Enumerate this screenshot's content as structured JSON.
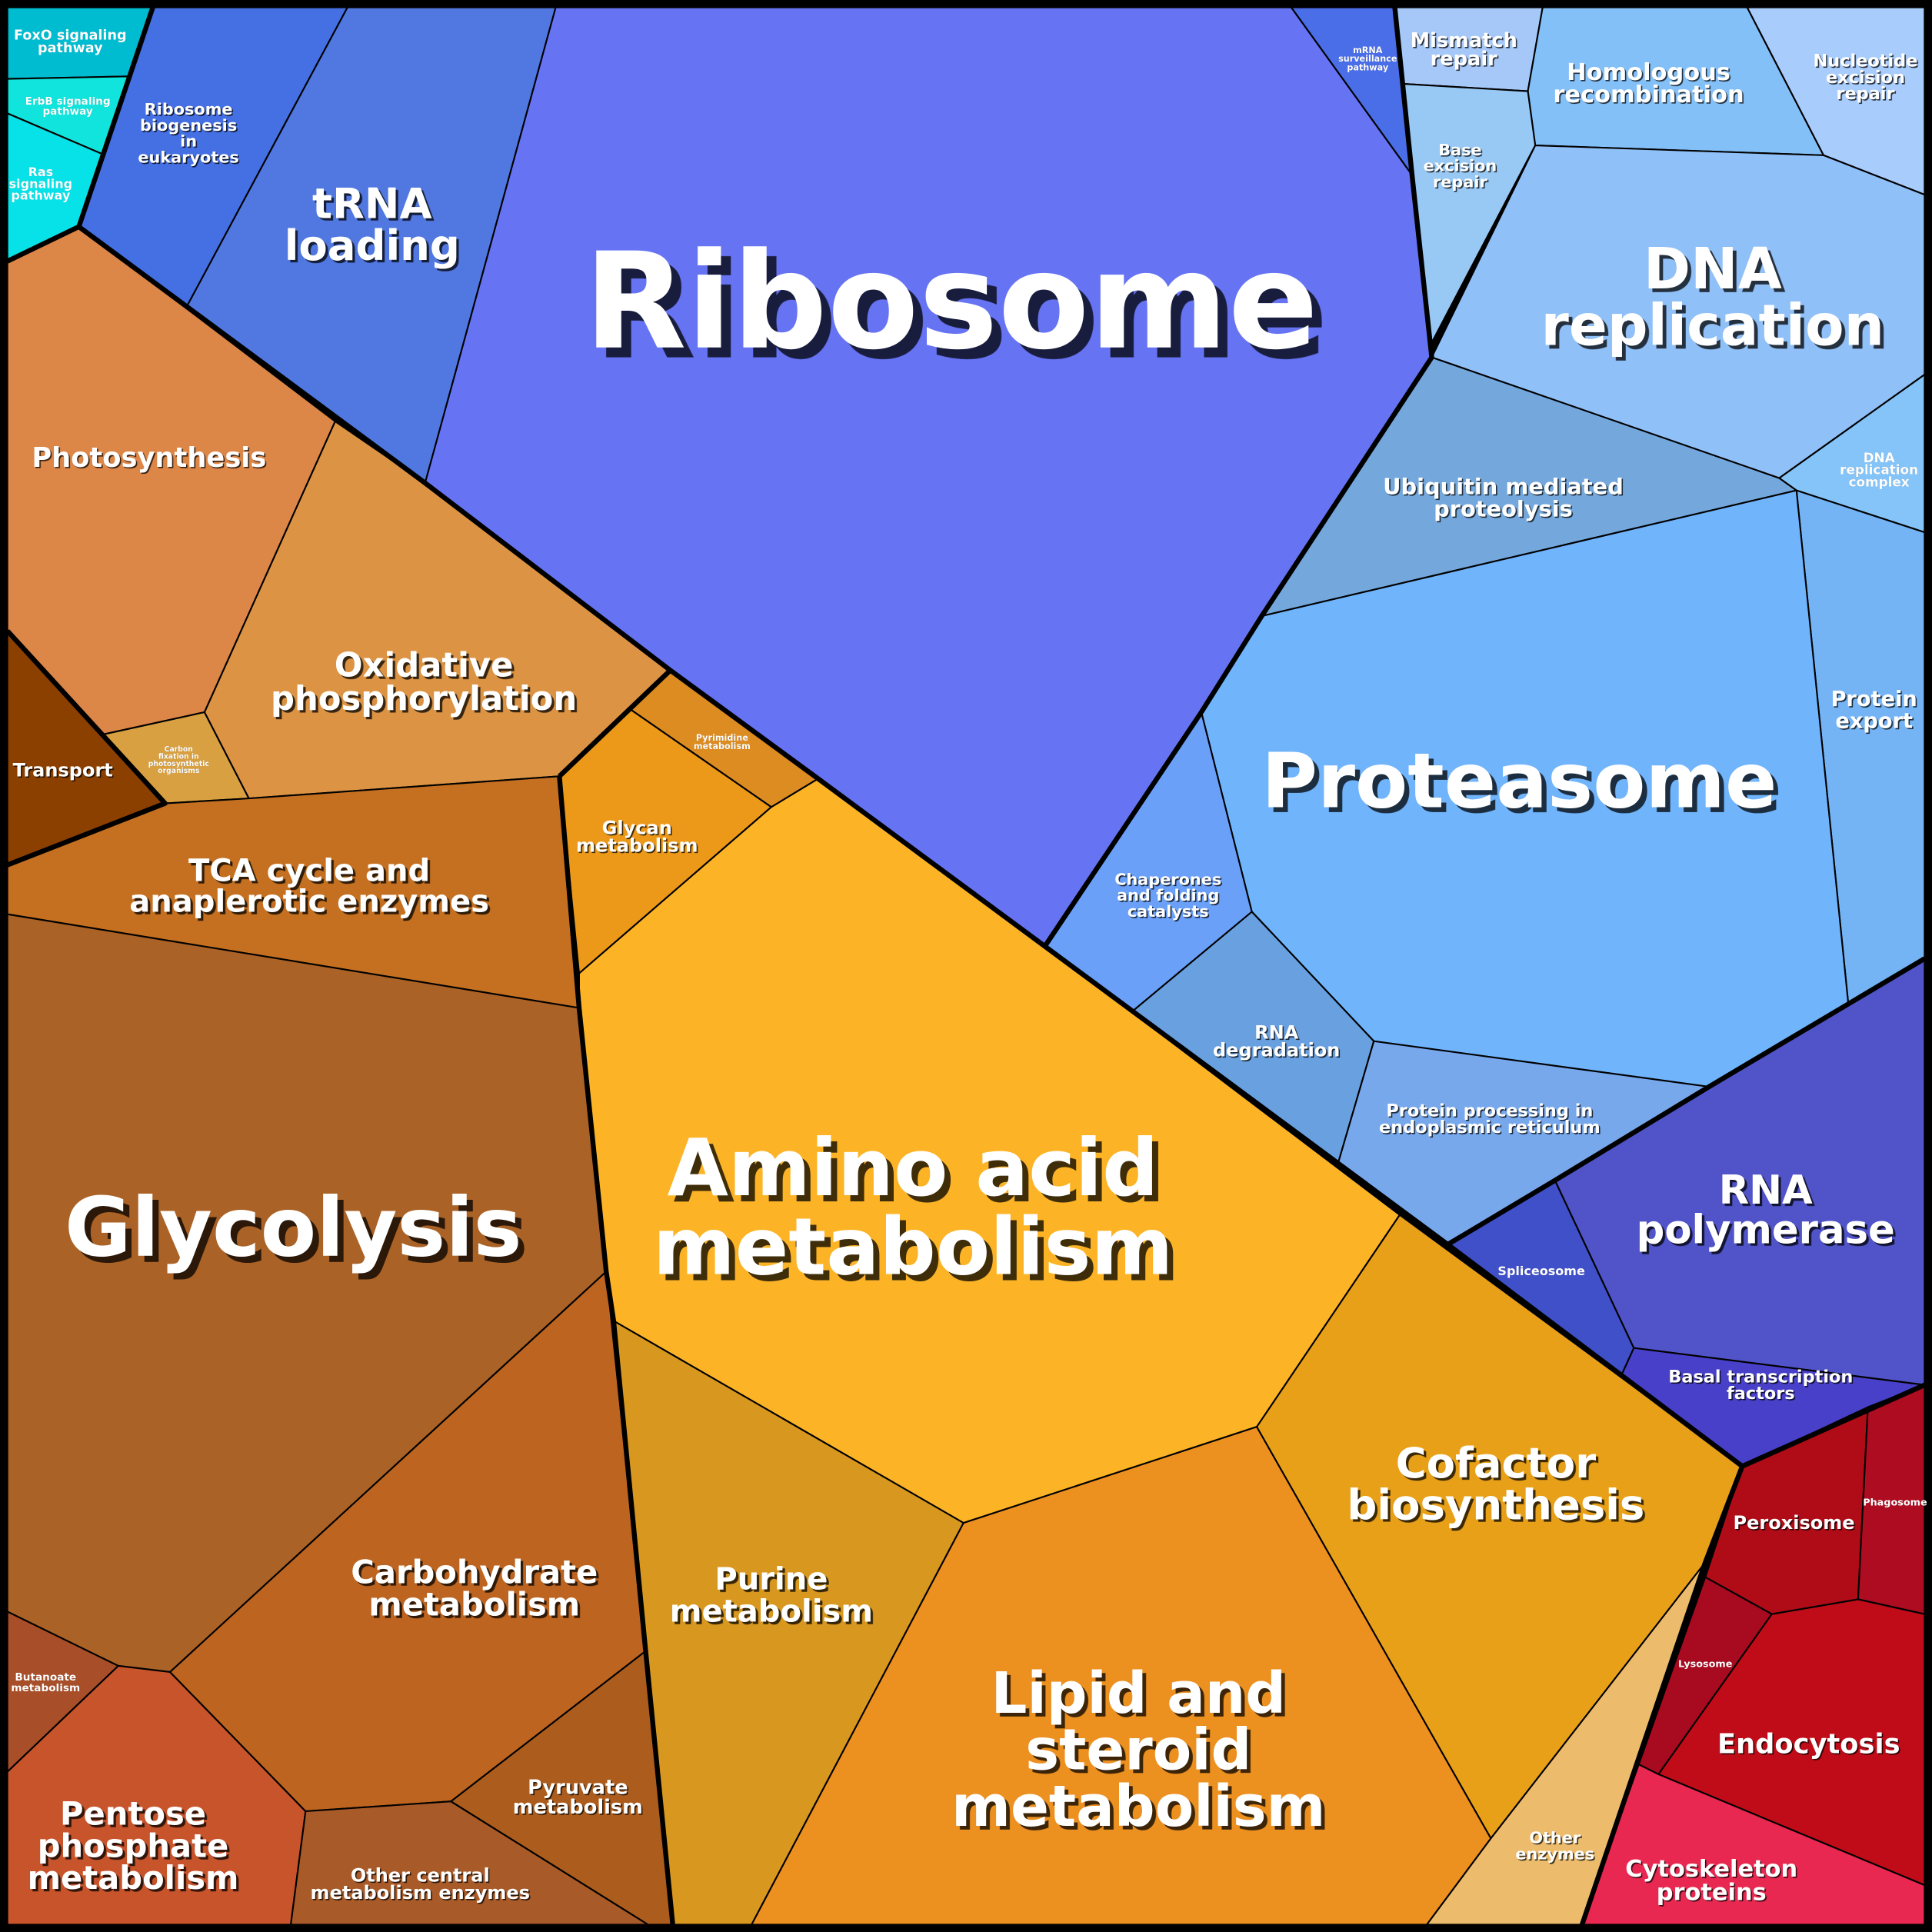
{
  "title": "Proteomap",
  "cells": {
    "foxo": {
      "lines": [
        "FoxO signaling",
        "pathway"
      ],
      "color": "#00bcd0"
    },
    "erbb": {
      "lines": [
        "ErbB signaling",
        "pathway"
      ],
      "color": "#10e4dc"
    },
    "ras": {
      "lines": [
        "Ras",
        "signaling",
        "pathway"
      ],
      "color": "#06e2e8"
    },
    "ribobiogenesis": {
      "lines": [
        "Ribosome",
        "biogenesis",
        "in",
        "eukaryotes"
      ],
      "color": "#4570e4"
    },
    "trna": {
      "lines": [
        "tRNA",
        "loading"
      ],
      "color": "#5078e0"
    },
    "ribosome": {
      "lines": [
        "Ribosome"
      ],
      "color": "#6674f4"
    },
    "mrna": {
      "lines": [
        "mRNA",
        "surveillance",
        "pathway"
      ],
      "color": "#4a6de8"
    },
    "mismatch": {
      "lines": [
        "Mismatch",
        "repair"
      ],
      "color": "#a6c8f8"
    },
    "homologous": {
      "lines": [
        "Homologous",
        "recombination"
      ],
      "color": "#84c0f8"
    },
    "nucexcision": {
      "lines": [
        "Nucleotide",
        "excision",
        "repair"
      ],
      "color": "#a8ccfc"
    },
    "baseexcision": {
      "lines": [
        "Base",
        "excision",
        "repair"
      ],
      "color": "#98c8f4"
    },
    "dnarep": {
      "lines": [
        "DNA",
        "replication"
      ],
      "color": "#90c0f8"
    },
    "dnarepcomplex": {
      "lines": [
        "DNA",
        "replication",
        "complex"
      ],
      "color": "#84c4f8"
    },
    "ubiquitin": {
      "lines": [
        "Ubiquitin mediated",
        "proteolysis"
      ],
      "color": "#74a8dc"
    },
    "proteinexport": {
      "lines": [
        "Protein",
        "export"
      ],
      "color": "#74b4f4"
    },
    "proteasome": {
      "lines": [
        "Proteasome"
      ],
      "color": "#70b4fc"
    },
    "chaperones": {
      "lines": [
        "Chaperones",
        "and folding",
        "catalysts"
      ],
      "color": "#6aa0f8"
    },
    "rnadeg": {
      "lines": [
        "RNA",
        "degradation"
      ],
      "color": "#68a0e0"
    },
    "protproc": {
      "lines": [
        "Protein processing in",
        "endoplasmic reticulum"
      ],
      "color": "#78a8ec"
    },
    "spliceosome": {
      "lines": [
        "Spliceosome"
      ],
      "color": "#4050c8"
    },
    "rnapol": {
      "lines": [
        "RNA",
        "polymerase"
      ],
      "color": "#5054c8"
    },
    "basaltf": {
      "lines": [
        "Basal transcription",
        "factors"
      ],
      "color": "#4840c8"
    },
    "peroxisome": {
      "lines": [
        "Peroxisome"
      ],
      "color": "#b00c18"
    },
    "phagosome": {
      "lines": [
        "Phagosome"
      ],
      "color": "#ae0c20"
    },
    "lysosome": {
      "lines": [
        "Lysosome"
      ],
      "color": "#a80a20"
    },
    "endocytosis": {
      "lines": [
        "Endocytosis"
      ],
      "color": "#c00c18"
    },
    "cytoskeleton": {
      "lines": [
        "Cytoskeleton",
        "proteins"
      ],
      "color": "#e82850"
    },
    "photosynthesis": {
      "lines": [
        "Photosynthesis"
      ],
      "color": "#dc8648"
    },
    "transport": {
      "lines": [
        "Transport"
      ],
      "color": "#8c4000"
    },
    "carbonfix": {
      "lines": [
        "Carbon",
        "fixation in",
        "photosynthetic",
        "organisms"
      ],
      "color": "#d8a040"
    },
    "oxphos": {
      "lines": [
        "Oxidative",
        "phosphorylation"
      ],
      "color": "#dc9444"
    },
    "pyrimidine": {
      "lines": [
        "Pyrimidine",
        "metabolism"
      ],
      "color": "#dc8c20"
    },
    "glycan": {
      "lines": [
        "Glycan",
        "metabolism"
      ],
      "color": "#ec9818"
    },
    "tca": {
      "lines": [
        "TCA cycle and",
        "anaplerotic enzymes"
      ],
      "color": "#c47020"
    },
    "glycolysis": {
      "lines": [
        "Glycolysis"
      ],
      "color": "#aa6226"
    },
    "butanoate": {
      "lines": [
        "Butanoate",
        "metabolism"
      ],
      "color": "#a84e28"
    },
    "pentose": {
      "lines": [
        "Pentose",
        "phosphate",
        "metabolism"
      ],
      "color": "#c8542c"
    },
    "carbohydrate": {
      "lines": [
        "Carbohydrate",
        "metabolism"
      ],
      "color": "#bc6420"
    },
    "othercentral": {
      "lines": [
        "Other central",
        "metabolism enzymes"
      ],
      "color": "#a85a28"
    },
    "pyruvate": {
      "lines": [
        "Pyruvate",
        "metabolism"
      ],
      "color": "#ac5c1c"
    },
    "aminoacid": {
      "lines": [
        "Amino acid",
        "metabolism"
      ],
      "color": "#fcb426"
    },
    "purine": {
      "lines": [
        "Purine",
        "metabolism"
      ],
      "color": "#d89820"
    },
    "lipid": {
      "lines": [
        "Lipid and",
        "steroid",
        "metabolism"
      ],
      "color": "#ec9020"
    },
    "cofactor": {
      "lines": [
        "Cofactor",
        "biosynthesis"
      ],
      "color": "#e8a018"
    },
    "otherenzymes": {
      "lines": [
        "Other",
        "enzymes"
      ],
      "color": "#ecbc6c"
    }
  }
}
